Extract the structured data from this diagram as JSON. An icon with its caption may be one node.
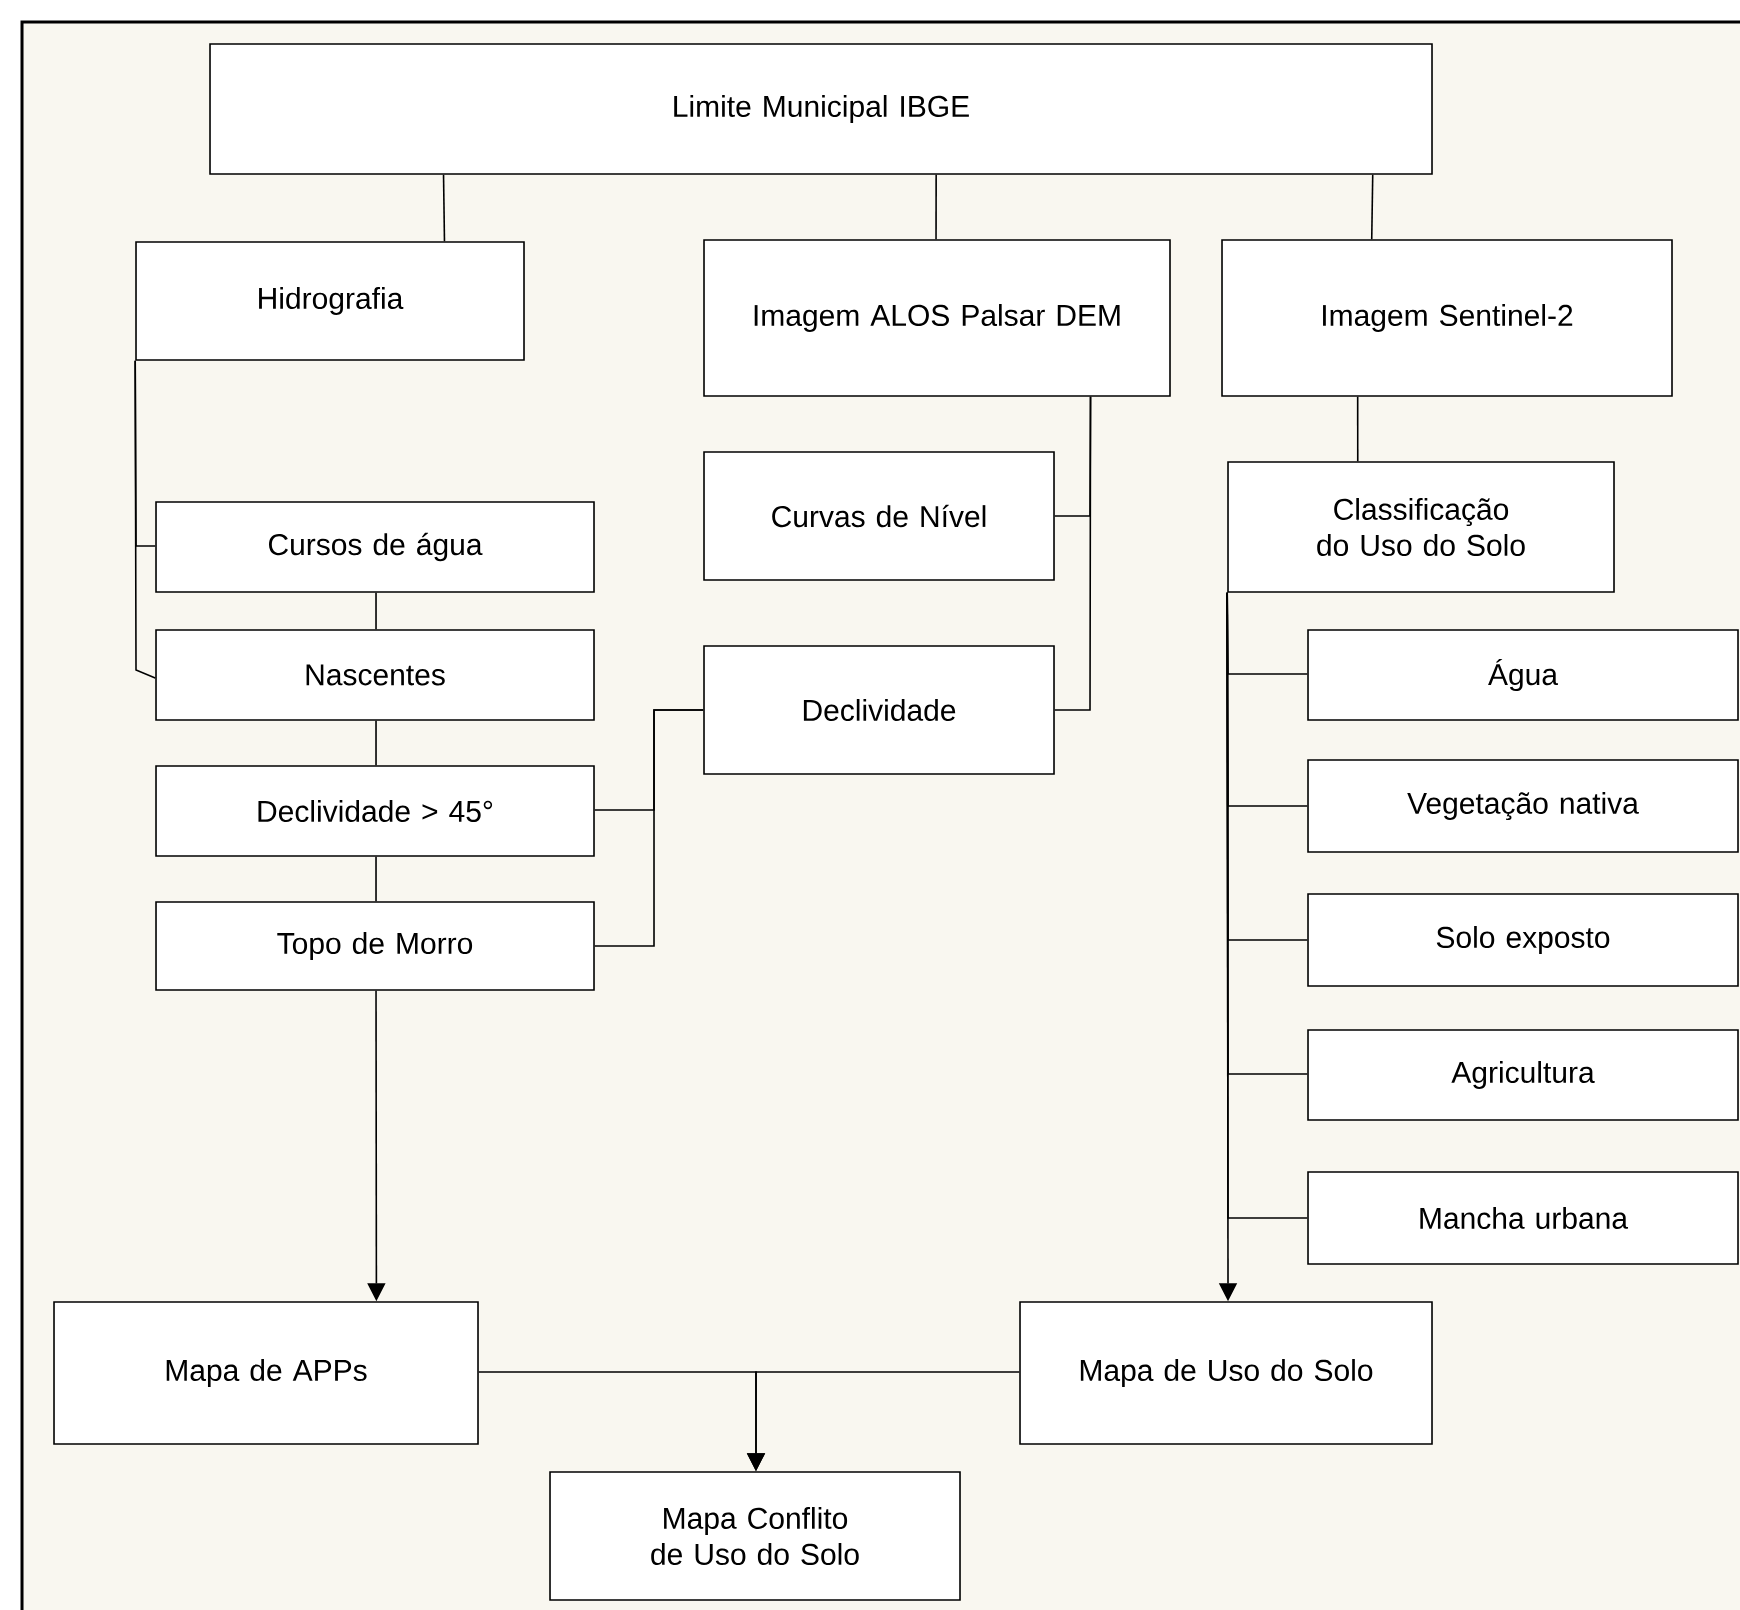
{
  "diagram": {
    "nodes": [
      {
        "text": [
          "Limite Municipal IBGE"
        ]
      },
      {
        "text": [
          "Hidrografia"
        ]
      },
      {
        "text": [
          "Imagem ALOS Palsar DEM"
        ]
      },
      {
        "text": [
          "Imagem Sentinel-2"
        ]
      },
      {
        "text": [
          "Cursos de água"
        ]
      },
      {
        "text": [
          "Curvas de Nível"
        ]
      },
      {
        "text": [
          "Classificação do Uso do Solo"
        ]
      },
      {
        "text": [
          "Nascentes"
        ]
      },
      {
        "text": [
          "Declividade"
        ]
      },
      {
        "text": [
          "Água"
        ]
      },
      {
        "text": [
          "Declividade > 45°"
        ]
      },
      {
        "text": [
          "Vegetação nativa"
        ]
      },
      {
        "text": [
          "Topo de Morro"
        ]
      },
      {
        "text": [
          "Solo exposto"
        ]
      },
      {
        "text": [
          "Agricultura"
        ]
      },
      {
        "text": [
          "Mancha urbana"
        ]
      },
      {
        "text": [
          "Mapa de APPs"
        ]
      },
      {
        "text": [
          "Mapa de Uso do Solo"
        ]
      },
      {
        "text": [
          "Mapa Conflito de Uso do Solo"
        ]
      }
    ],
    "edges": [
      {
        "from": 0,
        "to": 1,
        "arrow": "none"
      },
      {
        "from": 0,
        "to": 2,
        "arrow": "none"
      },
      {
        "from": 0,
        "to": 3,
        "arrow": "none"
      },
      {
        "from": 1,
        "to": 4,
        "arrow": "none"
      },
      {
        "from": 1,
        "to": 7,
        "arrow": "none"
      },
      {
        "from": 4,
        "to": 7,
        "arrow": "none"
      },
      {
        "from": 7,
        "to": 10,
        "arrow": "none"
      },
      {
        "from": 10,
        "to": 12,
        "arrow": "none"
      },
      {
        "from": 2,
        "to": 5,
        "arrow": "none"
      },
      {
        "from": 2,
        "to": 8,
        "arrow": "none"
      },
      {
        "from": 8,
        "to": 10,
        "arrow": "none"
      },
      {
        "from": 8,
        "to": 12,
        "arrow": "none"
      },
      {
        "from": 12,
        "to": 16,
        "arrow": "to"
      },
      {
        "from": 3,
        "to": 6,
        "arrow": "none"
      },
      {
        "from": 6,
        "to": 9,
        "arrow": "none"
      },
      {
        "from": 6,
        "to": 11,
        "arrow": "none"
      },
      {
        "from": 6,
        "to": 13,
        "arrow": "none"
      },
      {
        "from": 6,
        "to": 14,
        "arrow": "none"
      },
      {
        "from": 6,
        "to": 15,
        "arrow": "none"
      },
      {
        "from": 6,
        "to": 17,
        "arrow": "to"
      },
      {
        "from": 16,
        "to": 18,
        "arrow": "to"
      },
      {
        "from": 17,
        "to": 18,
        "arrow": "to"
      }
    ]
  }
}
